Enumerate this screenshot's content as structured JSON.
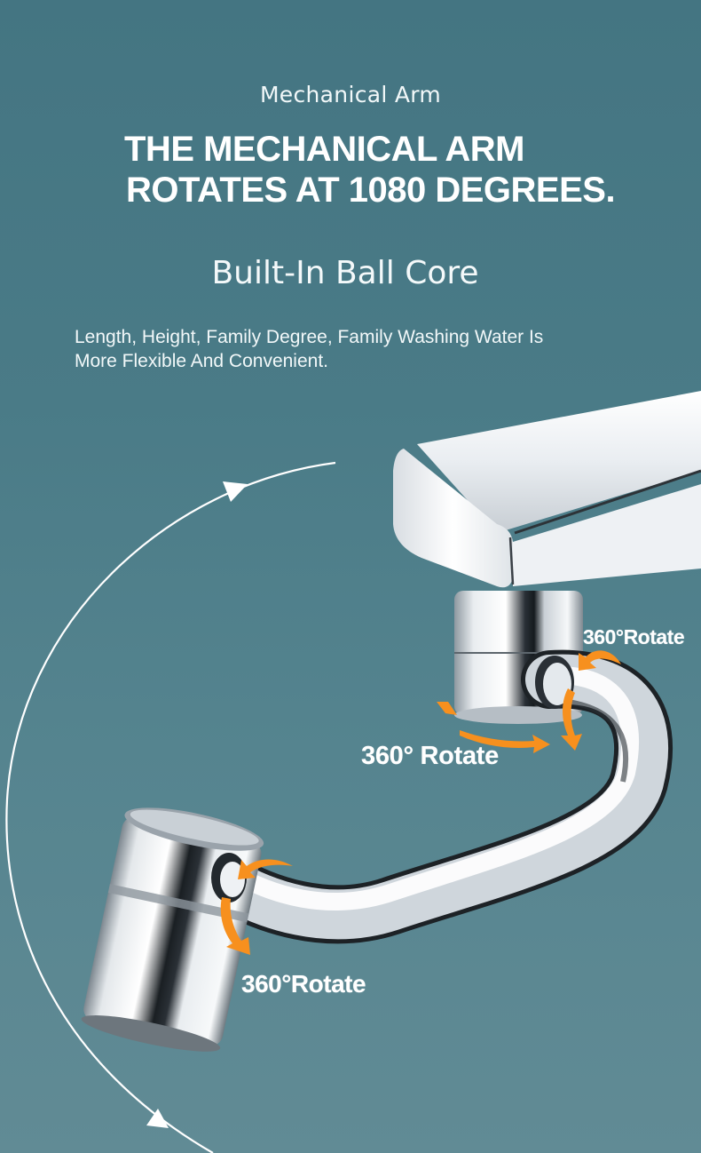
{
  "header": {
    "subtitle": "Mechanical Arm",
    "headline_line1": "THE MECHANICAL ARM",
    "headline_line2": "ROTATES AT 1080 DEGREES."
  },
  "feature": {
    "title": "Built-In Ball Core",
    "description_line1": "Length, Height, Family Degree, Family Washing Water Is",
    "description_line2": "More Flexible And Convenient."
  },
  "callouts": [
    {
      "id": "top-joint",
      "text": "360°Rotate"
    },
    {
      "id": "middle-joint",
      "text": "360° Rotate"
    },
    {
      "id": "aerator-joint",
      "text": "360°Rotate"
    }
  ],
  "icons": {
    "rotation-arc": "curved-arrow-icon",
    "joint-arrows": "orange-rotate-arrow-icon"
  },
  "colors": {
    "background_top": "#447582",
    "background_bottom": "#618b95",
    "text": "#ffffff",
    "accent_arrow": "#f7901e",
    "chrome_light": "#f1f3f5",
    "chrome_dark": "#1d2226"
  }
}
